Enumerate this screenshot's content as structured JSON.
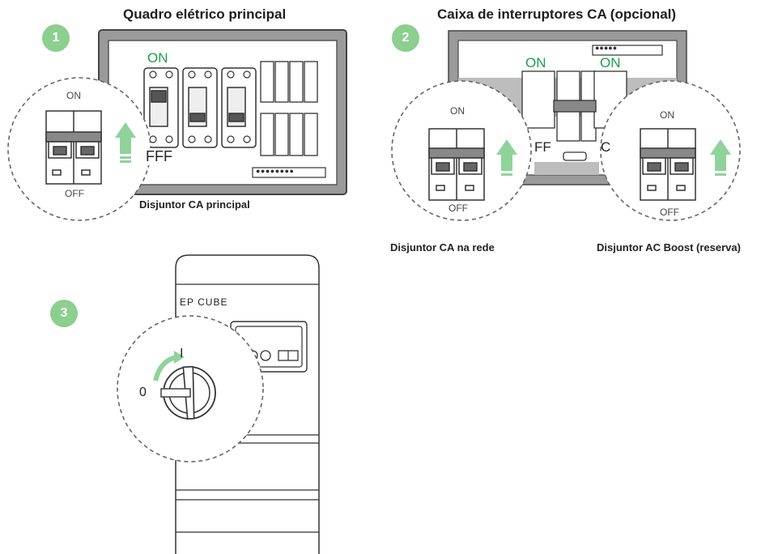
{
  "colors": {
    "accent_green": "#19a14a",
    "step_green": "#8ccf8f",
    "arrow_green": "#8fd39a",
    "line": "#333333",
    "dash": "#666666"
  },
  "panel1": {
    "step": "1",
    "title": "Quadro elétrico principal",
    "on_label": "ON",
    "off_label": "FFF",
    "terminal_dots": "●●●●●●●●",
    "magnifier": {
      "on": "ON",
      "off": "OFF",
      "arrow_icon": "arrow-up-icon"
    },
    "caption": "Disjuntor CA principal"
  },
  "panel2": {
    "step": "2",
    "title": "Caixa de interruptores CA (opcional)",
    "on_label_left": "ON",
    "on_label_right": "ON",
    "off_label_partial": "FF",
    "right_partial": "C",
    "terminal_dots": "●●●●●",
    "magnifier_left": {
      "on": "ON",
      "off": "OFF"
    },
    "magnifier_right": {
      "on": "ON",
      "off": "OFF"
    },
    "caption_left": "Disjuntor CA na rede",
    "caption_right": "Disjuntor AC Boost (reserva)"
  },
  "panel3": {
    "step": "3",
    "brand": "EP CUBE",
    "pos_on": "I",
    "pos_off": "0"
  }
}
